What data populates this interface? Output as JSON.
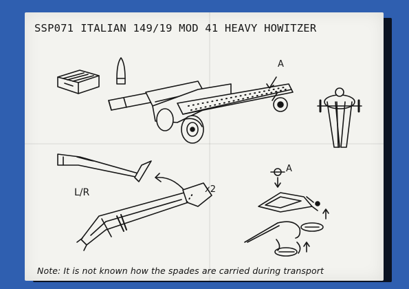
{
  "sheet": {
    "code": "SSP071",
    "title": "ITALIAN 149/19 MOD 41 HEAVY HOWITZER",
    "labels": {
      "part_a_top": "A",
      "part_a_bottom": "A",
      "left_right": "L/R",
      "multiplier": "x2"
    },
    "note": "Note: It is not known how the spades are carried during transport"
  }
}
